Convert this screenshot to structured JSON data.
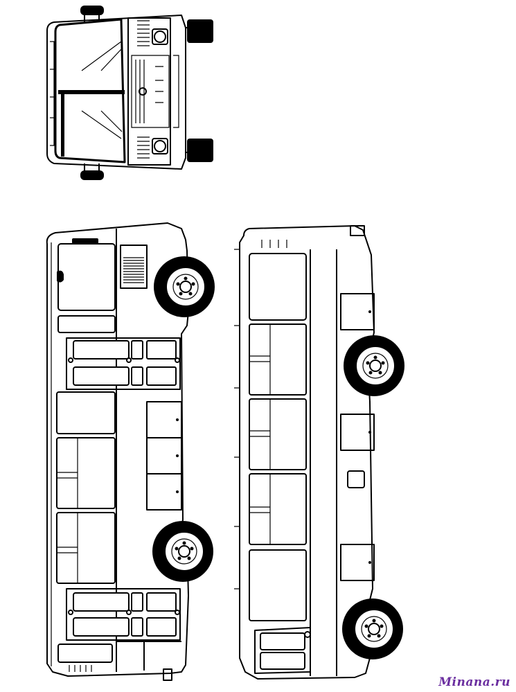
{
  "watermark": {
    "text": "Minana.ru",
    "color": "#6b2fa0"
  },
  "views": [
    {
      "name": "front-view"
    },
    {
      "name": "side-view-left"
    },
    {
      "name": "side-view-right"
    }
  ],
  "colors": {
    "line": "#000000",
    "background": "#ffffff"
  }
}
